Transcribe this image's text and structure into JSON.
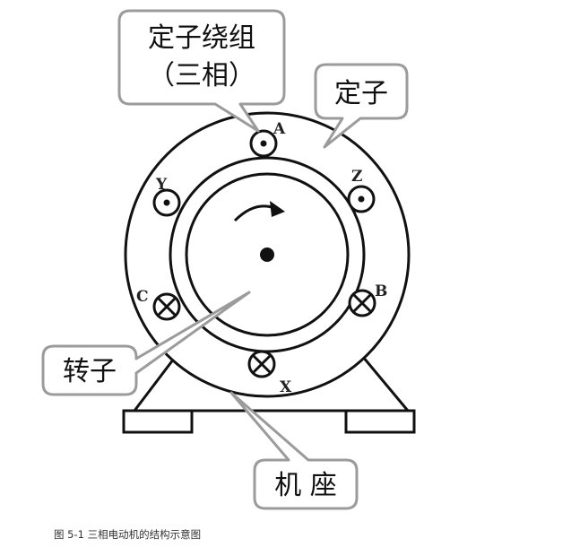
{
  "labels": {
    "stator_winding_line1": "定子绕组",
    "stator_winding_line2": "（三相）",
    "stator": "定子",
    "rotor": "转子",
    "base": "机 座"
  },
  "coils": {
    "A": "A",
    "Z": "Z",
    "Y": "Y",
    "B": "B",
    "C": "C",
    "X": "X"
  },
  "caption": "图 5-1 三相电动机的结构示意图",
  "colors": {
    "line": "#111111",
    "bubble_border": "#9b9b9b",
    "background": "#ffffff"
  }
}
